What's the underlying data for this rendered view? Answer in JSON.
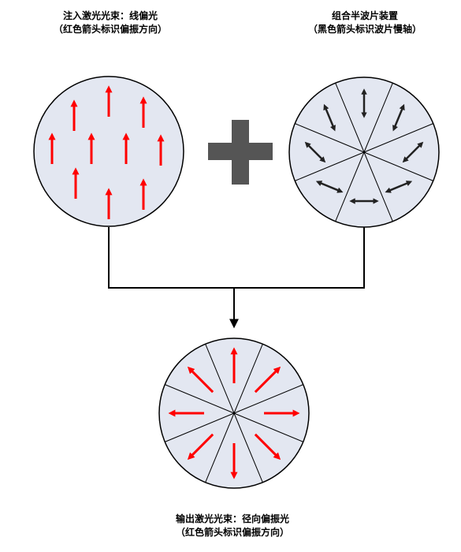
{
  "top_left": {
    "title": "注入激光光束：线偏光",
    "subtitle": "（红色箭头标识偏振方向）"
  },
  "top_right": {
    "title": "组合半波片装置",
    "subtitle": "（黑色箭头标识波片慢轴）"
  },
  "bottom": {
    "title": "输出激光光束：径向偏振光",
    "subtitle": "（红色箭头标识偏振方向）"
  },
  "colors": {
    "disk_fill": "#e3e7f1",
    "polarization_arrow": "#ff0000",
    "slow_axis_arrow": "#222222",
    "plus_sign": "#555555",
    "connector": "#000000"
  },
  "waveplate_segments": 8
}
